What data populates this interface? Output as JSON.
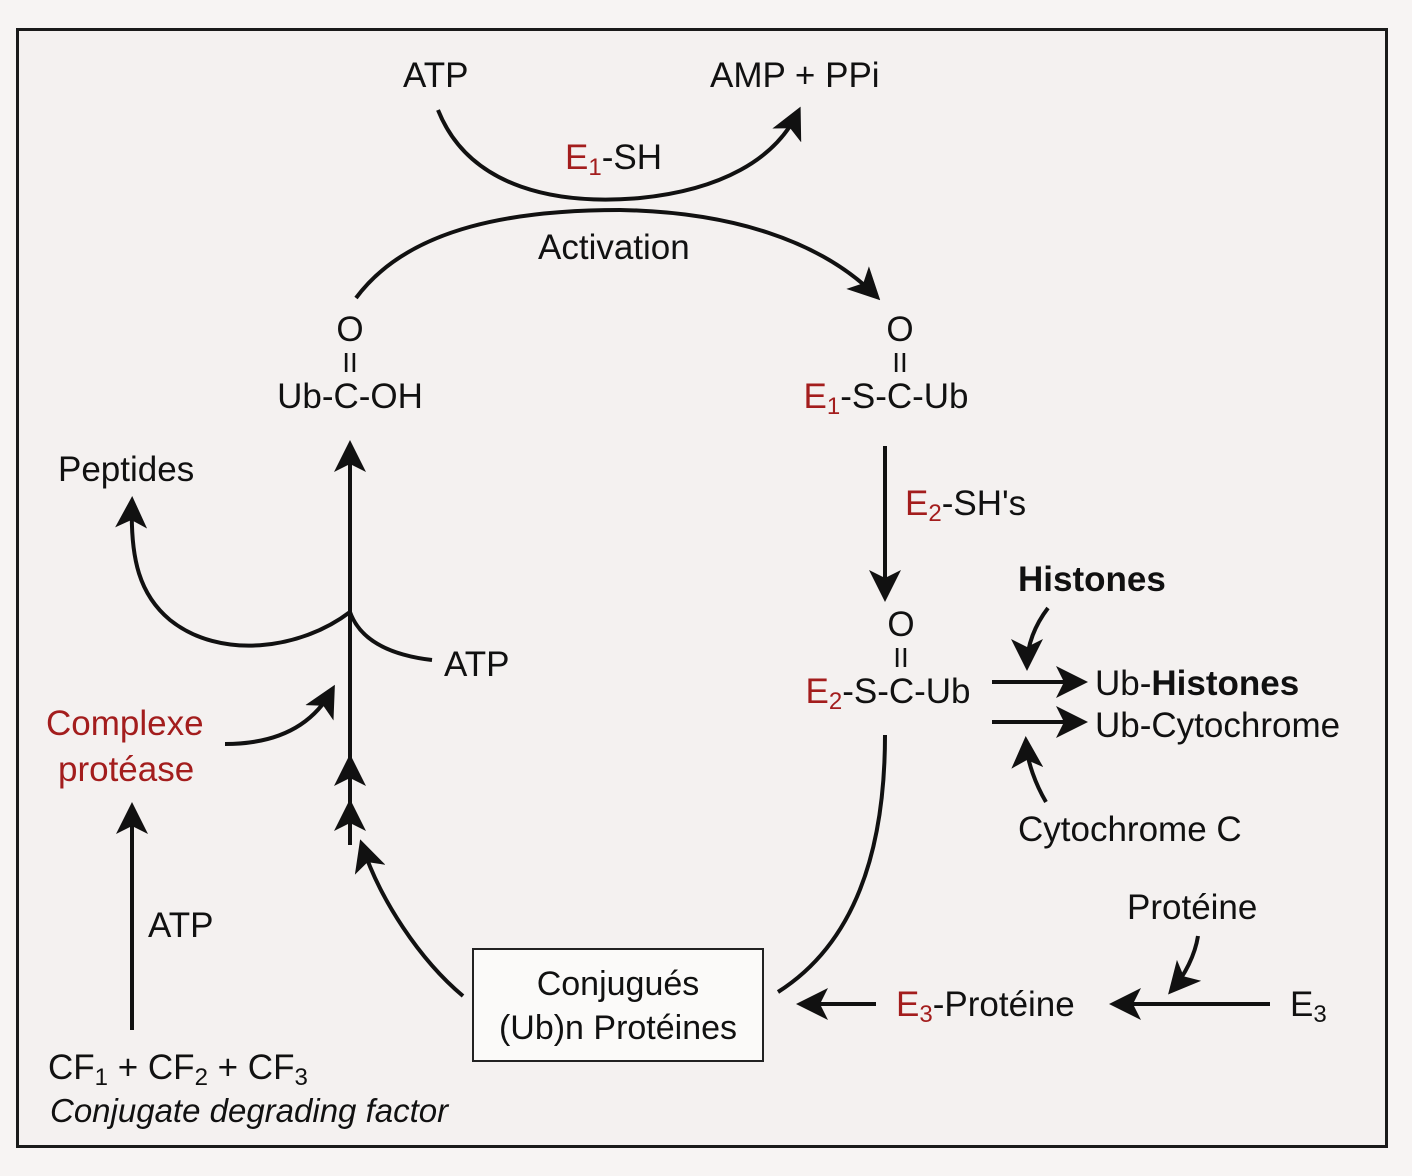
{
  "activation_step": {
    "atp": "ATP",
    "products": "AMP + PPi",
    "enzyme_e": "E",
    "enzyme_sub": "1",
    "enzyme_rest": "-SH",
    "label": "Activation"
  },
  "ubiquitin": {
    "o": "O",
    "bond": "II",
    "formula": "Ub-C-OH"
  },
  "e1_complex": {
    "o": "O",
    "bond": "II",
    "e": "E",
    "sub": "1",
    "rest": "-S-C-Ub"
  },
  "e2_step": {
    "e": "E",
    "sub": "2",
    "rest": "-SH's"
  },
  "e2_complex": {
    "o": "O",
    "bond": "II",
    "e": "E",
    "sub": "2",
    "rest": "-S-C-Ub"
  },
  "histones": {
    "label": "Histones",
    "product_prefix": "Ub-",
    "product_bold": "Histones"
  },
  "cytochrome": {
    "product": "Ub-Cytochrome",
    "label": "Cytochrome C"
  },
  "e3_pathway": {
    "proteine": "Protéine",
    "e3_e": "E",
    "e3_sub": "3",
    "e3_complex_e": "E",
    "e3_complex_sub": "3",
    "e3_complex_rest": "-Protéine"
  },
  "conjugates": {
    "line1": "Conjugués",
    "line2": "(Ub)n Protéines"
  },
  "degradation": {
    "peptides": "Peptides",
    "atp_right": "ATP",
    "complexe_line1": "Complexe",
    "complexe_line2": "protéase",
    "atp_left": "ATP",
    "cf_1": "CF",
    "cf_1_sub": "1",
    "cf_2": " + CF",
    "cf_2_sub": "2",
    "cf_3": " + CF",
    "cf_3_sub": "3",
    "cdf_label": "Conjugate degrading factor"
  },
  "colors": {
    "enzyme": "#a31d1d",
    "text": "#111111",
    "background": "#f4f1f0"
  }
}
